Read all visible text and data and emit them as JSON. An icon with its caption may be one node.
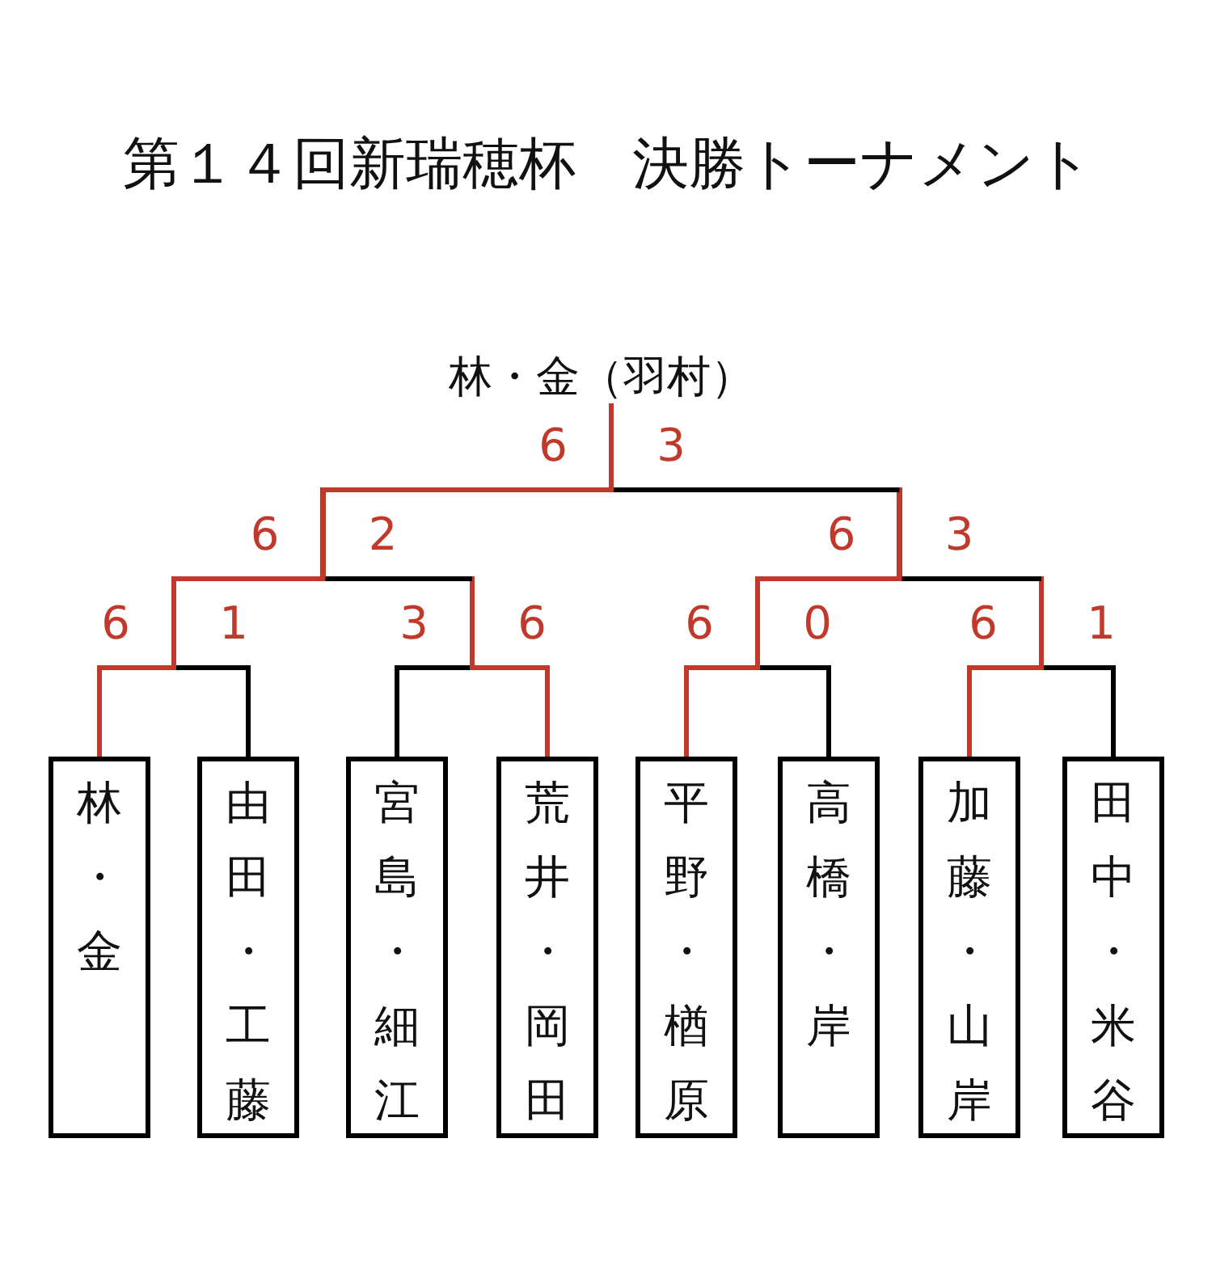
{
  "diagram": {
    "title": "第１４回新瑞穂杯　決勝トーナメント",
    "nodes": [
      {
        "text": [
          "林・金（羽村）"
        ]
      },
      {
        "text": [
          "林・金"
        ]
      },
      {
        "text": [
          "由田・工藤"
        ]
      },
      {
        "text": [
          "宮島・細江"
        ]
      },
      {
        "text": [
          "荒井・岡田"
        ]
      },
      {
        "text": [
          "平野・楢原"
        ]
      },
      {
        "text": [
          "高橋・岸"
        ]
      },
      {
        "text": [
          "加藤・山岸"
        ]
      },
      {
        "text": [
          "田中・米谷"
        ]
      }
    ],
    "edges": [
      {
        "from": 1,
        "to": 0,
        "arrow": "none",
        "color": "#c0392b"
      },
      {
        "from": 2,
        "to": 0,
        "arrow": "none",
        "color": "#000000"
      },
      {
        "from": 3,
        "to": 0,
        "arrow": "none",
        "color": "#000000"
      },
      {
        "from": 4,
        "to": 0,
        "arrow": "none",
        "color": "#c0392b"
      },
      {
        "from": 5,
        "to": 0,
        "arrow": "none",
        "color": "#c0392b"
      },
      {
        "from": 6,
        "to": 0,
        "arrow": "none",
        "color": "#000000"
      },
      {
        "from": 7,
        "to": 0,
        "arrow": "none",
        "color": "#c0392b"
      },
      {
        "from": 8,
        "to": 0,
        "arrow": "none",
        "color": "#000000"
      }
    ],
    "labels": [
      "6",
      "3",
      "6",
      "2",
      "6",
      "3",
      "6",
      "1",
      "3",
      "6",
      "6",
      "0",
      "6",
      "1"
    ]
  }
}
